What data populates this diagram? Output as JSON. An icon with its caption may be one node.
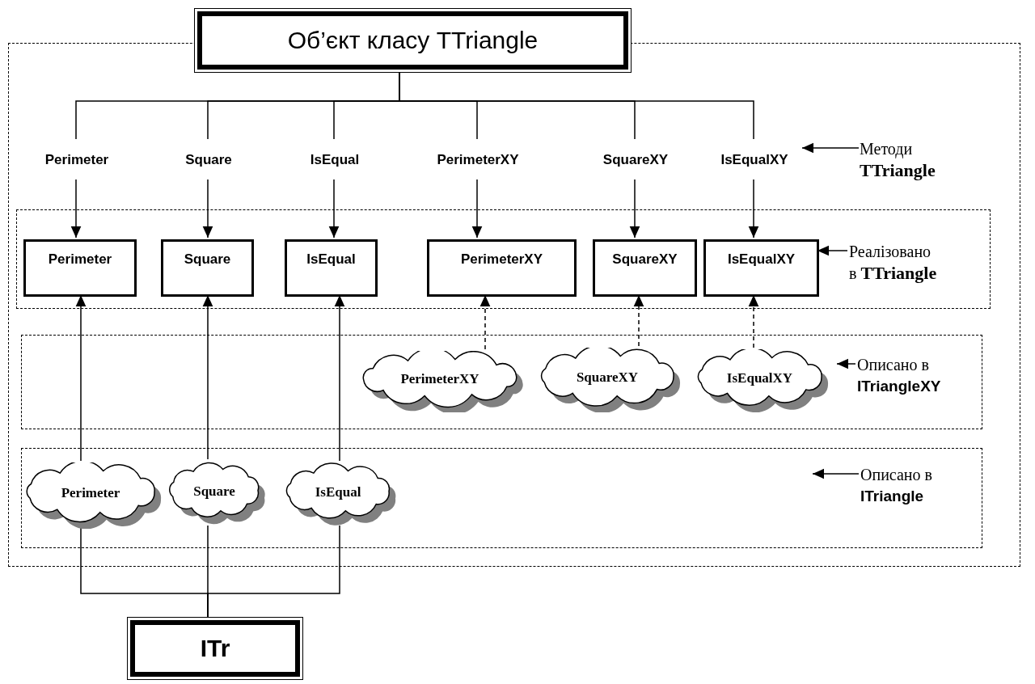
{
  "diagram": {
    "nodes": [
      {
        "text": [
          "Об’єкт класу TTriangle"
        ]
      },
      {
        "text": [],
        "shape": "box"
      },
      {
        "text": [
          "Perimeter"
        ],
        "in": 1
      },
      {
        "text": [
          "Square"
        ],
        "in": 1
      },
      {
        "text": [
          "IsEqual"
        ],
        "in": 1
      },
      {
        "text": [
          "PerimeterXY"
        ],
        "in": 1
      },
      {
        "text": [
          "SquareXY"
        ],
        "in": 1
      },
      {
        "text": [
          "IsEqualXY"
        ],
        "in": 1
      },
      {
        "text": [
          "Методи **TTriangle**"
        ],
        "in": 1
      },
      {
        "text": [],
        "shape": "box",
        "in": 1
      },
      {
        "text": [
          "Perimeter"
        ],
        "in": 9
      },
      {
        "text": [
          "Square"
        ],
        "in": 9
      },
      {
        "text": [
          "IsEqual"
        ],
        "in": 9
      },
      {
        "text": [
          "PerimeterXY"
        ],
        "in": 9
      },
      {
        "text": [
          "SquareXY"
        ],
        "in": 9
      },
      {
        "text": [
          "IsEqualXY"
        ],
        "in": 9
      },
      {
        "text": [
          "Реалізовано в **TTriangle**"
        ],
        "in": 9
      },
      {
        "text": [],
        "shape": "box",
        "in": 1
      },
      {
        "text": [
          "PerimeterXY"
        ],
        "in": 17
      },
      {
        "text": [
          "SquareXY"
        ],
        "in": 17
      },
      {
        "text": [
          "IsEqualXY"
        ],
        "in": 17
      },
      {
        "text": [
          "Описано в **ITriangleXY**"
        ],
        "in": 17
      },
      {
        "text": [],
        "shape": "box",
        "in": 1
      },
      {
        "text": [
          "Perimeter"
        ],
        "in": 22
      },
      {
        "text": [
          "Square"
        ],
        "in": 22
      },
      {
        "text": [
          "IsEqual"
        ],
        "in": 22
      },
      {
        "text": [
          "Описано в **ITriangle**"
        ],
        "in": 22
      },
      {
        "text": [
          "ITr"
        ]
      }
    ],
    "edges": [
      {
        "from": 0,
        "to": 2,
        "arrow": "none"
      },
      {
        "from": 0,
        "to": 3,
        "arrow": "none"
      },
      {
        "from": 0,
        "to": 4,
        "arrow": "none"
      },
      {
        "from": 0,
        "to": 5,
        "arrow": "none"
      },
      {
        "from": 0,
        "to": 6,
        "arrow": "none"
      },
      {
        "from": 0,
        "to": 7,
        "arrow": "none"
      },
      {
        "from": 2,
        "to": 10,
        "arrow": "to"
      },
      {
        "from": 3,
        "to": 11,
        "arrow": "to"
      },
      {
        "from": 4,
        "to": 12,
        "arrow": "to"
      },
      {
        "from": 5,
        "to": 13,
        "arrow": "to"
      },
      {
        "from": 6,
        "to": 14,
        "arrow": "to"
      },
      {
        "from": 7,
        "to": 15,
        "arrow": "to"
      },
      {
        "from": 8,
        "to": 7,
        "arrow": "to"
      },
      {
        "from": 16,
        "to": 15,
        "arrow": "to"
      },
      {
        "from": 18,
        "to": 13,
        "arrow": "to",
        "style": "dashed"
      },
      {
        "from": 19,
        "to": 14,
        "arrow": "to",
        "style": "dashed"
      },
      {
        "from": 20,
        "to": 15,
        "arrow": "to",
        "style": "dashed"
      },
      {
        "from": 21,
        "to": 20,
        "arrow": "to"
      },
      {
        "from": 23,
        "to": 10,
        "arrow": "to"
      },
      {
        "from": 24,
        "to": 11,
        "arrow": "to"
      },
      {
        "from": 25,
        "to": 12,
        "arrow": "to"
      },
      {
        "from": 26,
        "to": null,
        "arrow": "to"
      },
      {
        "from": 27,
        "to": 23,
        "arrow": "none"
      },
      {
        "from": 27,
        "to": 24,
        "arrow": "none"
      },
      {
        "from": 27,
        "to": 25,
        "arrow": "none"
      }
    ]
  }
}
